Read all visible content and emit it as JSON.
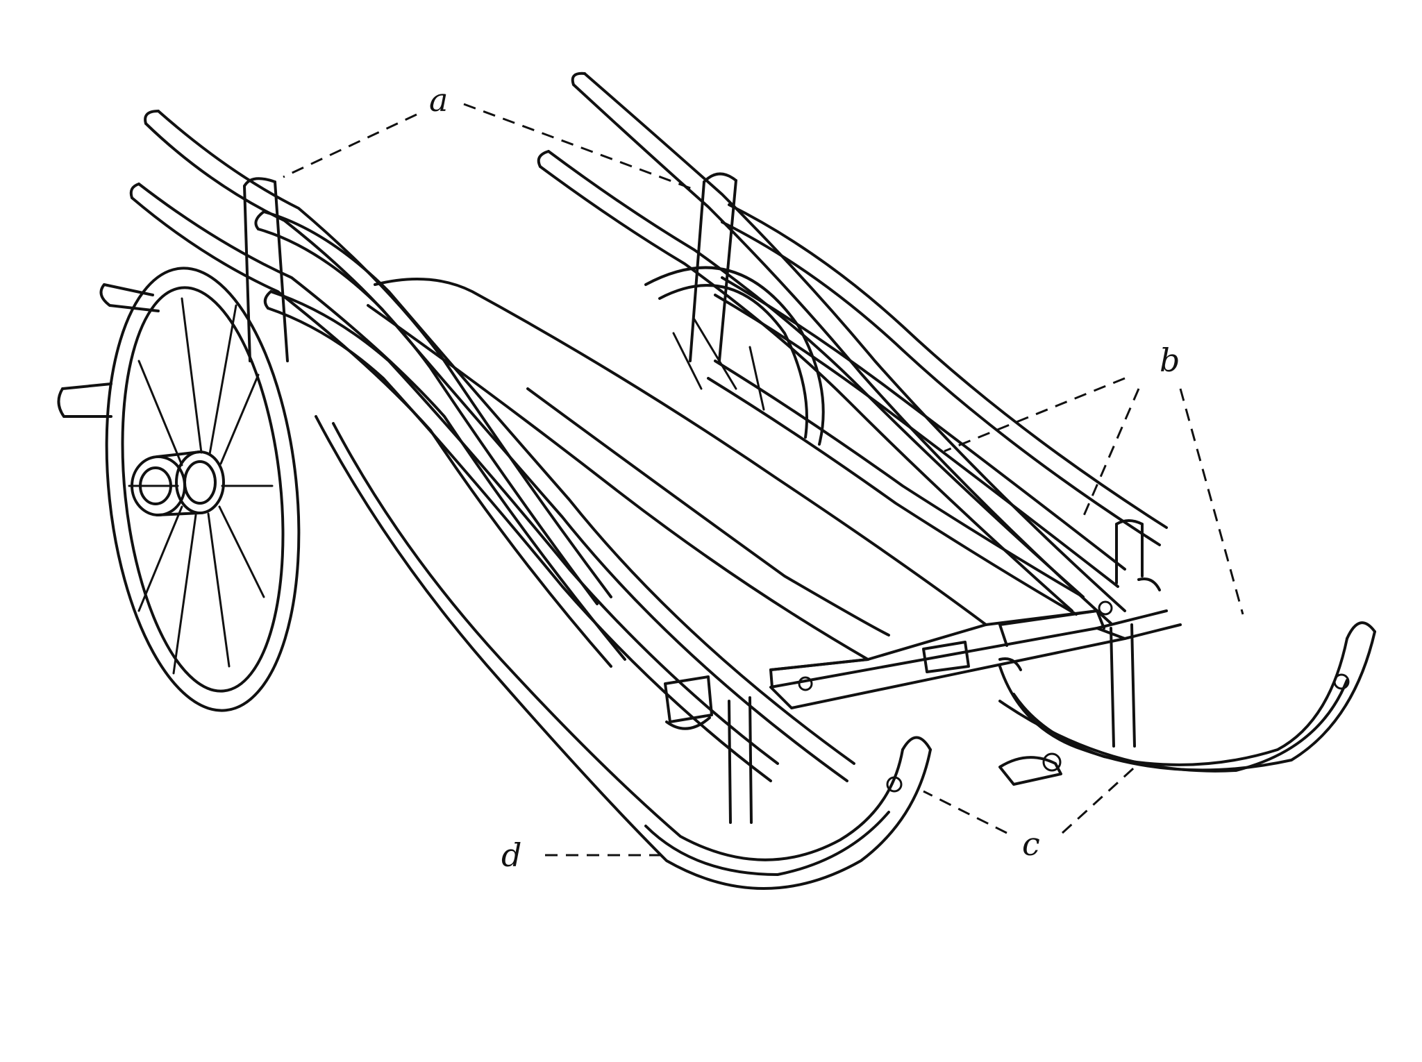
{
  "labels": {
    "a": "a",
    "b": "b",
    "c": "c",
    "d": "d"
  },
  "colors": {
    "ink": "#111111",
    "paper": "#ffffff"
  }
}
